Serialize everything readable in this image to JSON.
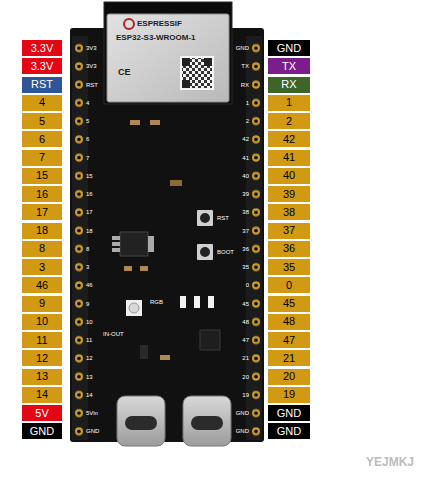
{
  "diagram": {
    "nodes": [
      {
        "text": [
          "3.3V"
        ]
      },
      {
        "text": [
          "3.3V"
        ]
      },
      {
        "text": [
          "RST"
        ]
      },
      {
        "text": [
          "4"
        ]
      },
      {
        "text": [
          "5"
        ]
      },
      {
        "text": [
          "6"
        ]
      },
      {
        "text": [
          "7"
        ]
      },
      {
        "text": [
          "15"
        ]
      },
      {
        "text": [
          "16"
        ]
      },
      {
        "text": [
          "17"
        ]
      },
      {
        "text": [
          "18"
        ]
      },
      {
        "text": [
          "8"
        ]
      },
      {
        "text": [
          "3"
        ]
      },
      {
        "text": [
          "46"
        ]
      },
      {
        "text": [
          "9"
        ]
      },
      {
        "text": [
          "10"
        ]
      },
      {
        "text": [
          "11"
        ]
      },
      {
        "text": [
          "12"
        ]
      },
      {
        "text": [
          "13"
        ]
      },
      {
        "text": [
          "14"
        ]
      },
      {
        "text": [
          "5V"
        ]
      },
      {
        "text": [
          "GND"
        ]
      },
      {
        "text": [
          "GND"
        ]
      },
      {
        "text": [
          "TX"
        ]
      },
      {
        "text": [
          "RX"
        ]
      },
      {
        "text": [
          "1"
        ]
      },
      {
        "text": [
          "2"
        ]
      },
      {
        "text": [
          "42"
        ]
      },
      {
        "text": [
          "41"
        ]
      },
      {
        "text": [
          "40"
        ]
      },
      {
        "text": [
          "39"
        ]
      },
      {
        "text": [
          "38"
        ]
      },
      {
        "text": [
          "37"
        ]
      },
      {
        "text": [
          "36"
        ]
      },
      {
        "text": [
          "35"
        ]
      },
      {
        "text": [
          "0"
        ]
      },
      {
        "text": [
          "45"
        ]
      },
      {
        "text": [
          "48"
        ]
      },
      {
        "text": [
          "47"
        ]
      },
      {
        "text": [
          "21"
        ]
      },
      {
        "text": [
          "20"
        ]
      },
      {
        "text": [
          "19"
        ]
      },
      {
        "text": [
          "GND"
        ]
      },
      {
        "text": [
          "GND"
        ]
      }
    ],
    "labels": [
      "ESPRESSIF",
      "ESP32-S3-WROOM-1",
      "CE",
      "RST",
      "BOOT",
      "RGB",
      "IN-OUT",
      "3V3",
      "3V3",
      "RST",
      "4",
      "5",
      "6",
      "7",
      "15",
      "16",
      "17",
      "18",
      "8",
      "3",
      "46",
      "9",
      "10",
      "11",
      "12",
      "13",
      "14",
      "5Vin",
      "GND",
      "GND",
      "TX",
      "RX",
      "1",
      "2",
      "42",
      "41",
      "40",
      "39",
      "38",
      "37",
      "36",
      "35",
      "0",
      "45",
      "48",
      "47",
      "21",
      "20",
      "19",
      "GND",
      "GND",
      "YEJMKJ"
    ]
  }
}
